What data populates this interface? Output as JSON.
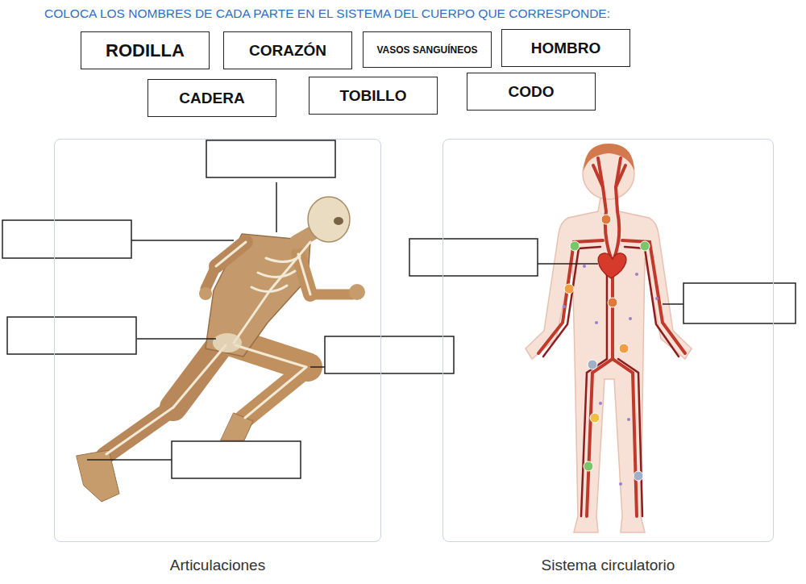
{
  "diagram": {
    "title": "COLOCA LOS NOMBRES DE CADA PARTE EN EL SISTEMA DEL CUERPO QUE CORRESPONDE:",
    "nodes": [
      {
        "text": [
          "RODILLA"
        ]
      },
      {
        "text": [
          "CORAZÓN"
        ]
      },
      {
        "text": [
          "VASOS SANGUÍNEOS"
        ]
      },
      {
        "text": [
          "HOMBRO"
        ]
      },
      {
        "text": [
          "CADERA"
        ]
      },
      {
        "text": [
          "TOBILLO"
        ]
      },
      {
        "text": [
          "CODO"
        ]
      },
      {
        "text": [
          "Articulaciones"
        ]
      },
      {
        "text": [
          "Sistema circulatorio"
        ]
      }
    ]
  }
}
